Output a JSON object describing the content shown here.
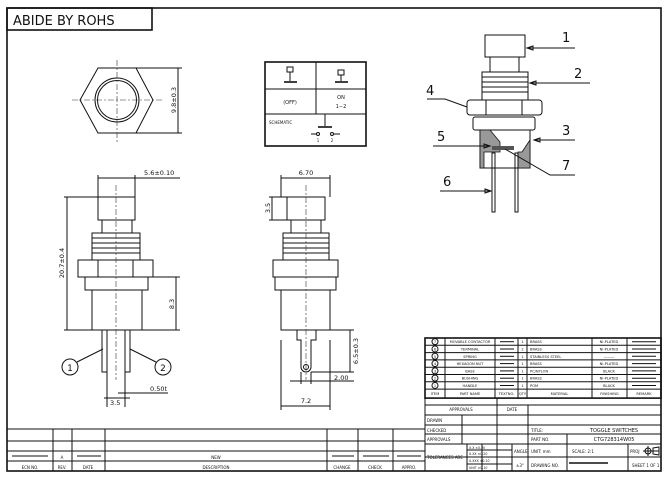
{
  "header": {
    "rohs_label": "ABIDE BY ROHS"
  },
  "dimensions": {
    "hex_across_flats": "9.8±0.3",
    "cap_width": "5.6±0.10",
    "overall_height": "20.7±0.4",
    "body_height": "8.3",
    "pin_thickness": "0.50t",
    "pin_spacing": "3.5",
    "side_width": "6.70",
    "cap_height": "3.5",
    "terminal_length": "6.5±0.3",
    "terminal_width": "2.00",
    "flange_width": "7.2"
  },
  "pin_labels": [
    "1",
    "2"
  ],
  "schematic_table": {
    "state_off": "(OFF)",
    "state_on": "ON",
    "state_on_pins": "1−2",
    "schematic_label": "SCHEMATIC",
    "pin1": "1",
    "pin2": "2"
  },
  "callouts": [
    "1",
    "2",
    "3",
    "4",
    "5",
    "6",
    "7"
  ],
  "parts_table": {
    "headers": [
      "ITEM",
      "PART NAME",
      "TEXTNO.",
      "QTY",
      "MATERIAL",
      "FINISHING",
      "REMARK"
    ],
    "rows": [
      {
        "item": "7",
        "name": "MOVABLE CONTACTOR",
        "qty": "1",
        "material": "BRASS",
        "finishing": "Ni-PLATED"
      },
      {
        "item": "6",
        "name": "TERMINAL",
        "qty": "2",
        "material": "BRASS",
        "finishing": "Ni-PLATED"
      },
      {
        "item": "5",
        "name": "SPRING",
        "qty": "1",
        "material": "STAINLESS STEEL",
        "finishing": "———"
      },
      {
        "item": "4",
        "name": "HEXAGON NUT",
        "qty": "1",
        "material": "BRASS",
        "finishing": "Ni-PLATED"
      },
      {
        "item": "3",
        "name": "BASE",
        "qty": "1",
        "material": "PC/NYLON",
        "finishing": "BLACK"
      },
      {
        "item": "2",
        "name": "BUSHING",
        "qty": "1",
        "material": "BRASS",
        "finishing": "Ni-PLATED"
      },
      {
        "item": "1",
        "name": "HANDLE",
        "qty": "1",
        "material": "POM",
        "finishing": "BLACK"
      }
    ]
  },
  "title_block": {
    "approvals_header": "APPROVALS",
    "date_header": "DATE",
    "drawn": "DRAWN",
    "checked": "CHECKED",
    "approvals": "APPROVALS",
    "title_label": "TITLE:",
    "title_value": "TOGGLE SWITCHES",
    "part_no_label": "PART NO.",
    "part_no_value": "CTG728314W05",
    "tolerances_label": "TOLERANCES ARE",
    "tolerances": [
      "X.X ±0.20",
      "X.XX ±0.20",
      "X.XXX ±0.10",
      "UNIT ±0.10"
    ],
    "angle_label": "ANGLE",
    "angle_value": "±3°",
    "unit": "UNIT: mm",
    "scale": "SCALE: 2:1",
    "proj": "PROJ",
    "drawing_no_label": "DRAWING NO.",
    "sheet": "SHEET 1 OF 1"
  },
  "revision_block": {
    "headers": [
      "ECN NO.",
      "REV.",
      "DATE",
      "DESCRIPTION",
      "CHANGE",
      "CHECK",
      "APPRO."
    ],
    "rev": "A",
    "description": "NEW"
  }
}
